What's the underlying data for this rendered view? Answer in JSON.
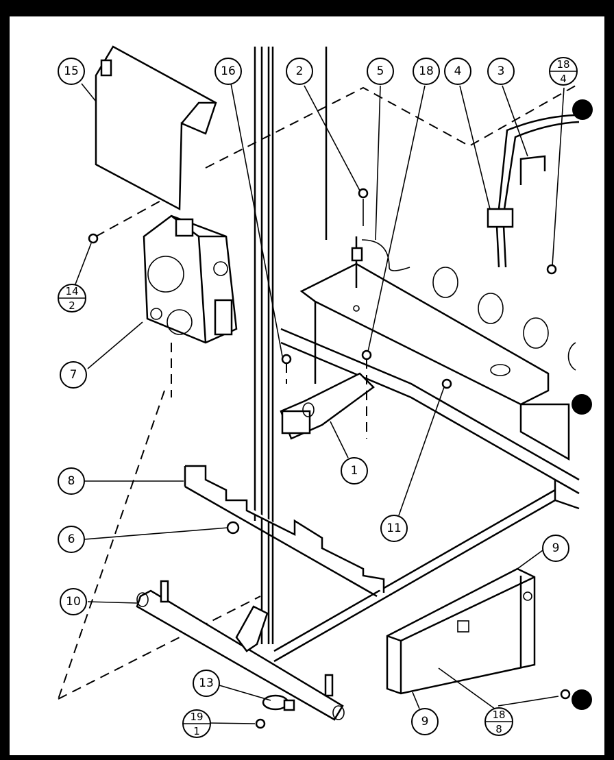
{
  "callouts": [
    {
      "label": "15"
    },
    {
      "label": "16"
    },
    {
      "label": "2"
    },
    {
      "label": "5"
    },
    {
      "label": "18"
    },
    {
      "label": "4"
    },
    {
      "label": "3"
    },
    {
      "label": "7"
    },
    {
      "label": "8"
    },
    {
      "label": "6"
    },
    {
      "label": "10"
    },
    {
      "label": "1"
    },
    {
      "label": "11"
    },
    {
      "label": "9"
    },
    {
      "label": "9"
    },
    {
      "label": "13"
    }
  ],
  "fraction_callouts": [
    {
      "top": "18",
      "bottom": "4"
    },
    {
      "top": "14",
      "bottom": "2"
    },
    {
      "top": "19",
      "bottom": "1"
    },
    {
      "top": "18",
      "bottom": "8"
    }
  ]
}
